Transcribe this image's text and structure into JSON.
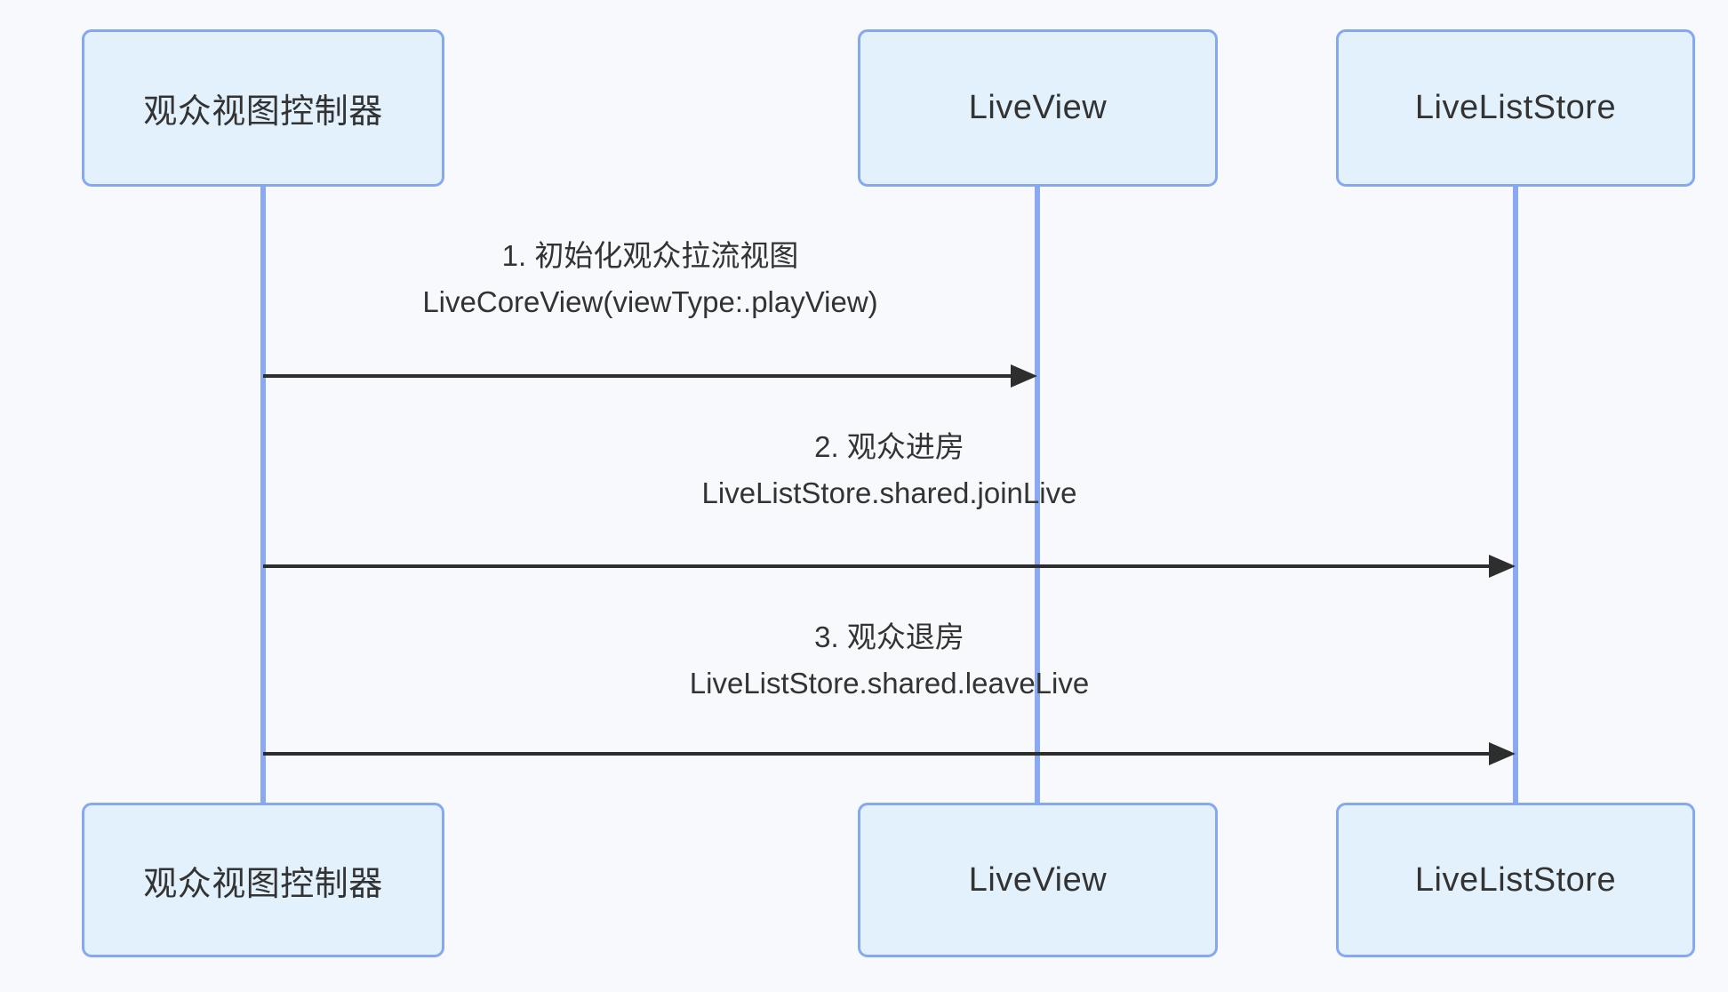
{
  "diagram": {
    "type": "sequence",
    "participants": [
      {
        "id": "viewer-view-controller",
        "label": "观众视图控制器"
      },
      {
        "id": "live-view",
        "label": "LiveView"
      },
      {
        "id": "live-list-store",
        "label": "LiveListStore"
      }
    ],
    "messages": [
      {
        "seq": "1",
        "from": "观众视图控制器",
        "to": "LiveView",
        "line1": "1. 初始化观众拉流视图",
        "line2": "LiveCoreView(viewType:.playView)"
      },
      {
        "seq": "2",
        "from": "观众视图控制器",
        "to": "LiveListStore",
        "line1": "2. 观众进房",
        "line2": "LiveListStore.shared.joinLive"
      },
      {
        "seq": "3",
        "from": "观众视图控制器",
        "to": "LiveListStore",
        "line1": "3. 观众退房",
        "line2": "LiveListStore.shared.leaveLive"
      }
    ],
    "colors": {
      "background": "#F7F9FC",
      "box_fill": "#E3F1FC",
      "box_border": "#85A8F0",
      "lifeline": "#8BA9F0",
      "arrow": "#2E2E2E",
      "text": "#333333"
    }
  }
}
